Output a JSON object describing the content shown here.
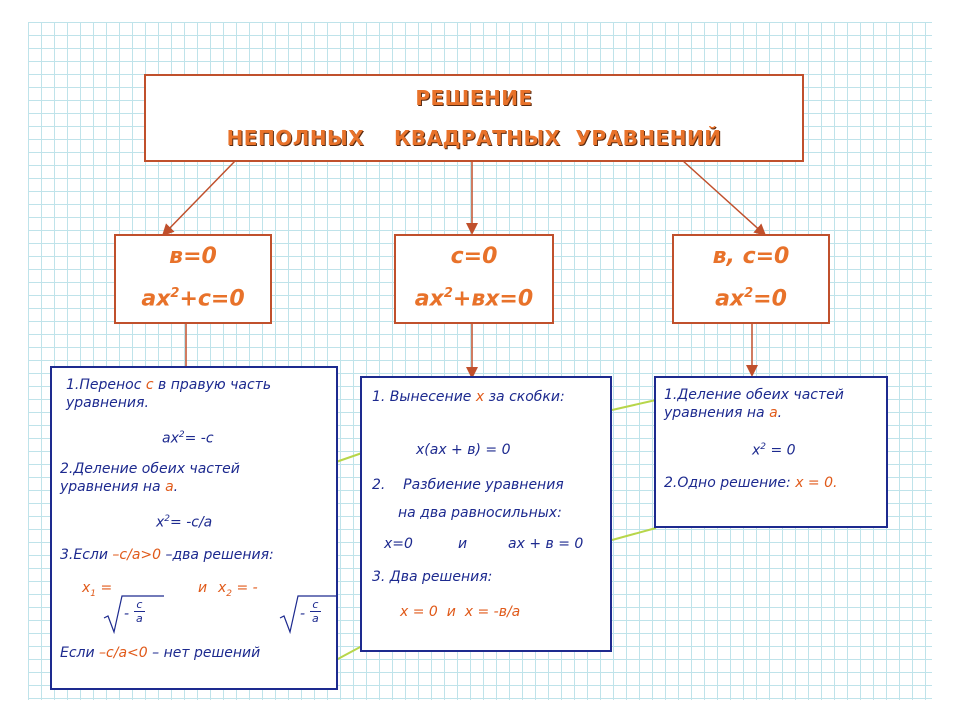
{
  "title": {
    "line1": "РЕШЕНИЕ",
    "line2": "НЕПОЛНЫХ    КВАДРАТНЫХ  УРАВНЕНИЙ"
  },
  "cases": [
    {
      "condition": "в=0",
      "eq_base": "ax",
      "eq_exp": "2",
      "eq_rest": "+c=0"
    },
    {
      "condition": "c=0",
      "eq_base": "ax",
      "eq_exp": "2",
      "eq_rest": "+вx=0"
    },
    {
      "condition": "в, c=0",
      "eq_base": "ax",
      "eq_exp": "2",
      "eq_rest": "=0"
    }
  ],
  "box1": {
    "s1_pre": "1.Перенос ",
    "s1_hl": "c",
    "s1_post": " в правую часть уравнения.",
    "m1_base": "ax",
    "m1_exp": "2",
    "m1_rest": "= -c",
    "s2_pre": "2.Деление обеих частей уравнения на ",
    "s2_hl": "a",
    "s2_post": ".",
    "m2_base": "x",
    "m2_exp": "2",
    "m2_rest": "= -c/a",
    "s3_pre": "3.Если ",
    "s3_hl": "–c/a>0",
    "s3_post": " –два решения:",
    "x1_base": "x",
    "x1_sub": "1",
    "x1_eq": " =",
    "and": "и",
    "x2_base": "x",
    "x2_sub": "2",
    "x2_eq": " = -",
    "frac_minus": "-",
    "frac_num": "c",
    "frac_den": "a",
    "s4_pre": "Если ",
    "s4_hl": "–c/a<0",
    "s4_post": " – нет решений"
  },
  "box2": {
    "s1_pre": "1.    Вынесение ",
    "s1_hl": "x",
    "s1_post": " за скобки:",
    "m1": "x(ax + в) = 0",
    "s2": "2.    Разбиение уравнения",
    "s2b": "на два равносильных:",
    "m2a": "x=0",
    "m2and": "и",
    "m2b": "ax + в = 0",
    "s3": "3.  Два решения:",
    "m3": "x = 0  и  x = -в/a"
  },
  "box3": {
    "s1_pre": "1.Деление обеих частей уравнения на ",
    "s1_hl": "a",
    "s1_post": ".",
    "m1_base": "x",
    "m1_exp": "2",
    "m1_rest": " = 0",
    "s2_pre": "2.Одно решение: ",
    "s2_hl": "x = 0."
  },
  "colors": {
    "accent": "#e8722a",
    "box_orange": "#c0502c",
    "box_navy": "#1d2a8f",
    "connector_green": "#b7d64a",
    "grid": "#bfe3ea"
  }
}
